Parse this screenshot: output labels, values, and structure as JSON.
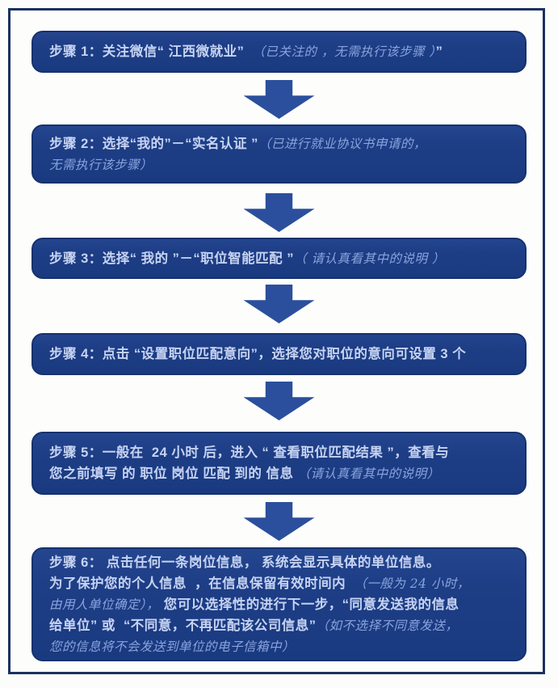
{
  "colors": {
    "frame_border": "#1b3161",
    "box_background": "#1d3d85",
    "box_border": "#16316e",
    "main_text": "#c6d3f2",
    "note_text": "#89a3dd",
    "arrow": "#2b4f9c",
    "page_background": "#fdfdfc"
  },
  "steps": [
    {
      "lines": [
        [
          {
            "s": "main",
            "t": "步骤 1：关注微信“ 江西微就业”  "
          },
          {
            "s": "note",
            "t": "（已关注的 ，无需执行该步骤 ）"
          },
          {
            "s": "main",
            "t": "”"
          }
        ]
      ]
    },
    {
      "lines": [
        [
          {
            "s": "main",
            "t": "步骤 2：选择“我的”－“实名认证 ”"
          },
          {
            "s": "note",
            "t": "（已进行就业协议书申请的，"
          }
        ],
        [
          {
            "s": "note",
            "t": "无需执行该步骤）"
          }
        ]
      ]
    },
    {
      "lines": [
        [
          {
            "s": "main",
            "t": "步骤 3：选择“ 我的 ”－“职位智能匹配 ”"
          },
          {
            "s": "note",
            "t": "（ 请认真看其中的说明 ）"
          }
        ]
      ]
    },
    {
      "lines": [
        [
          {
            "s": "main",
            "t": "步骤 4：点击 “设置职位匹配意向”，选择您对职位的意向可设置 3 个"
          }
        ]
      ]
    },
    {
      "lines": [
        [
          {
            "s": "main",
            "t": "步骤 5：一般在  24 小时 后，进入 “ 查看职位匹配结果 ”，查看与"
          }
        ],
        [
          {
            "s": "main",
            "t": "您之前填写 的 职位 岗位 匹配 到的 信息 "
          },
          {
            "s": "note",
            "t": "（请认真看其中的说明）"
          }
        ]
      ]
    },
    {
      "lines": [
        [
          {
            "s": "main",
            "t": "步骤 6： 点击任何一条岗位信息， 系统会显示具体的单位信息。"
          }
        ],
        [
          {
            "s": "main",
            "t": "为了保护您的个人信息  ，在信息保留有效时间内  "
          },
          {
            "s": "note",
            "t": "（一般为 24 小时，"
          }
        ],
        [
          {
            "s": "note",
            "t": "由用人单位确定）， "
          },
          {
            "s": "main",
            "t": "您可以选择性的进行下一步，“同意发送我的信息"
          }
        ],
        [
          {
            "s": "main",
            "t": "给单位” 或  “不同意，不再匹配该公司信息”"
          },
          {
            "s": "note",
            "t": "（如不选择不同意发送，"
          }
        ],
        [
          {
            "s": "note",
            "t": "您的信息将不会发送到单位的电子信箱中）"
          }
        ]
      ]
    }
  ]
}
